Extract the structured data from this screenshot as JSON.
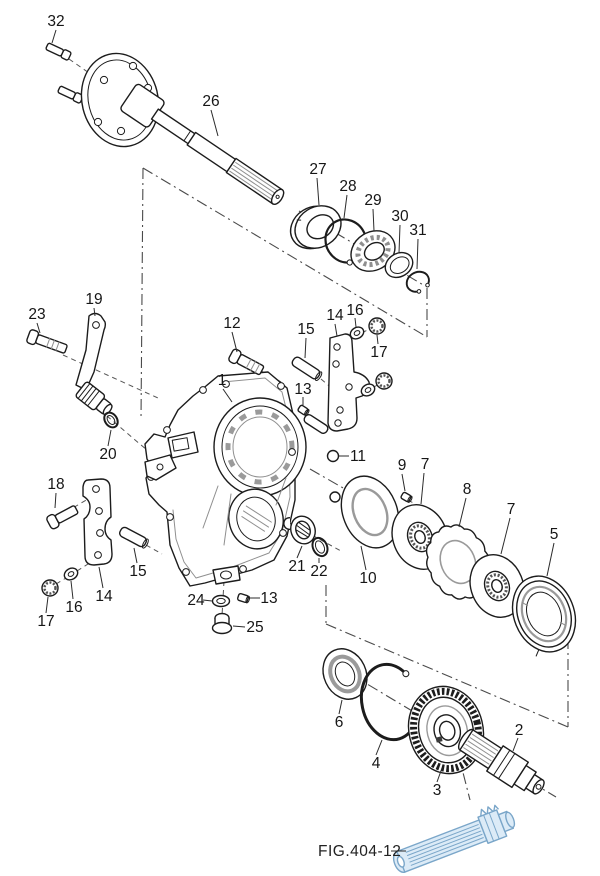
{
  "figure": {
    "ref_label": "FIG.404-12"
  },
  "colors": {
    "line": "#1c1c1c",
    "shade": "#8f8f8f",
    "construction": "#4a4a4a",
    "highlight_stroke": "#7aa6c9",
    "highlight_fill": "#dcebf7",
    "background": "#ffffff"
  },
  "callouts": {
    "n1": "1",
    "n2": "2",
    "n3": "3",
    "n4": "4",
    "n5": "5",
    "n6": "6",
    "n7": "7",
    "n8": "8",
    "n9": "9",
    "n10": "10",
    "n11": "11",
    "n12": "12",
    "n13": "13",
    "n14": "14",
    "n15": "15",
    "n16": "16",
    "n17": "17",
    "n18": "18",
    "n19": "19",
    "n20": "20",
    "n21": "21",
    "n22": "22",
    "n23": "23",
    "n24": "24",
    "n25": "25",
    "n26": "26",
    "n27": "27",
    "n28": "28",
    "n29": "29",
    "n30": "30",
    "n31": "31",
    "n32": "32"
  }
}
